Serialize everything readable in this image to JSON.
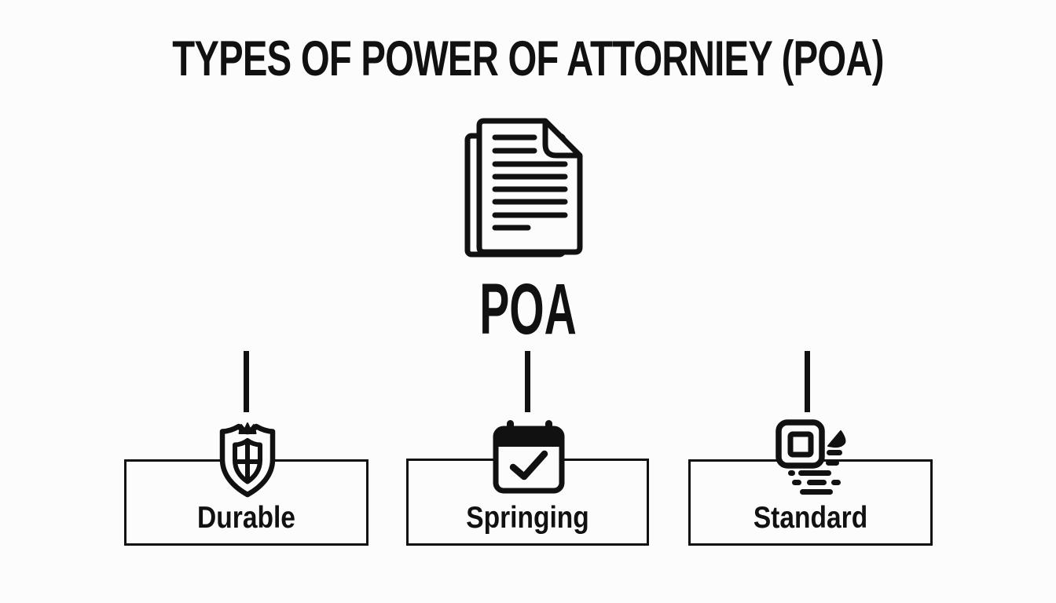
{
  "colors": {
    "background": "#fcfcfc",
    "ink": "#111111"
  },
  "header": {
    "title": "TYPES OF POWER OF ATTORNIEY (POA)"
  },
  "root": {
    "label": "POA",
    "icon": "stacked-documents-icon"
  },
  "branches": [
    {
      "label": "Durable",
      "icon": "shield-crown-cross-icon"
    },
    {
      "label": "Springing",
      "icon": "calendar-checkmark-icon"
    },
    {
      "label": "Standard",
      "icon": "stamped-document-icon"
    }
  ]
}
